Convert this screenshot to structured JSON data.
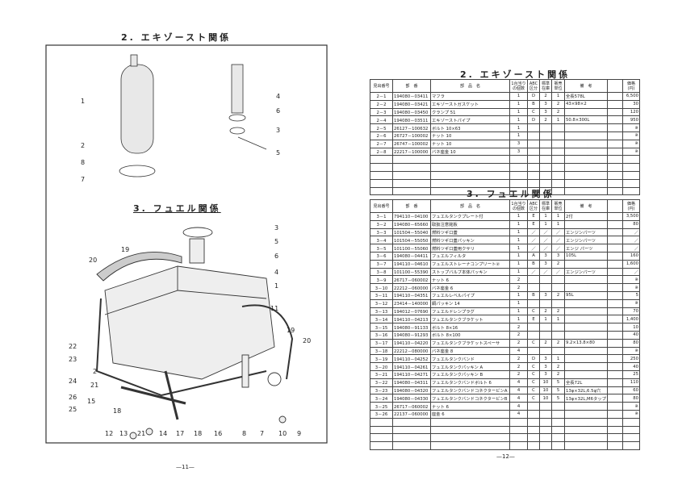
{
  "left_page": {
    "exhaust_title": "2. エキゾースト関係",
    "fuel_title": "3. フュエル関係",
    "page_number": "—11—",
    "exhaust_callouts": [
      "1",
      "2",
      "8",
      "7",
      "4",
      "6",
      "3",
      "5"
    ],
    "fuel_callouts": [
      "3",
      "5",
      "6",
      "4",
      "1",
      "20",
      "19",
      "11",
      "19",
      "20",
      "22",
      "23",
      "2",
      "24",
      "21",
      "26",
      "25",
      "15",
      "18",
      "12",
      "13",
      "21",
      "14",
      "17",
      "18",
      "16",
      "8",
      "7",
      "10",
      "9"
    ]
  },
  "right_page": {
    "page_number": "—12—",
    "headers": [
      "見出番号",
      "部　番",
      "部　品　名",
      "1台当りの個数",
      "ABC区分",
      "標準在庫",
      "販売単位",
      "備　考",
      "",
      "価格(円)"
    ],
    "exhaust": {
      "title": "2. エキゾースト関係",
      "rows": [
        [
          "2－1",
          "194080－03411",
          "マフラ",
          "1",
          "D",
          "2",
          "1",
          "全長578L",
          "",
          "6,500"
        ],
        [
          "2－2",
          "194080－03421",
          "エキゾーストガスケット",
          "1",
          "B",
          "3",
          "2",
          "43×98×2",
          "",
          "30"
        ],
        [
          "2－3",
          "194080－03450",
          "クランプ 51",
          "1",
          "C",
          "3",
          "2",
          "",
          "",
          "120"
        ],
        [
          "2－4",
          "194080－03511",
          "エキゾーストパイプ",
          "1",
          "D",
          "2",
          "1",
          "50.8×300L",
          "",
          "950"
        ],
        [
          "2－5",
          "26127－100632",
          "ボルト 10×63",
          "1",
          "",
          "",
          "",
          "",
          "",
          "※"
        ],
        [
          "2－6",
          "26727－100002",
          "ナット 10",
          "1",
          "",
          "",
          "",
          "",
          "",
          "※"
        ],
        [
          "2－7",
          "26747－100002",
          "ナット 10",
          "3",
          "",
          "",
          "",
          "",
          "",
          "※"
        ],
        [
          "2－8",
          "22217－100000",
          "バネ座金 10",
          "3",
          "",
          "",
          "",
          "",
          "",
          "※"
        ]
      ]
    },
    "fuel": {
      "title": "3. フュエル関係",
      "rows": [
        [
          "3－1",
          "794110－04100",
          "フュエルタンクプレート付",
          "1",
          "E",
          "1",
          "1",
          "2付",
          "",
          "3,500"
        ],
        [
          "3－2",
          "194080－65660",
          "取扱注意銘板",
          "1",
          "E",
          "1",
          "1",
          "",
          "",
          "80"
        ],
        [
          "3－3",
          "101504－55040",
          "燃料ツギ口蓋",
          "1",
          "／",
          "／",
          "／",
          "エンジンパーツ",
          "",
          "／"
        ],
        [
          "3－4",
          "101504－55050",
          "燃料ツギ口蓋パッキン",
          "1",
          "／",
          "／",
          "／",
          "エンジンパーツ",
          "",
          "／"
        ],
        [
          "3－5",
          "101100－55060",
          "燃料ツギ口蓋用クサリ",
          "1",
          "／",
          "／",
          "／",
          "エンジ パーツ",
          "",
          "／"
        ],
        [
          "3－6",
          "194080－04411",
          "フュエルフィルタ",
          "1",
          "A",
          "3",
          "3",
          "105L",
          "",
          "160"
        ],
        [
          "3－7",
          "194110－04610",
          "フュエルストレーナコンプリート②",
          "1",
          "B",
          "3",
          "2",
          "",
          "",
          "1,600"
        ],
        [
          "3－8",
          "101100－55390",
          "ストップバルブ本体パッキン",
          "1",
          "／",
          "／",
          "／",
          "エンジンパーツ",
          "",
          "／"
        ],
        [
          "3－9",
          "26717－060002",
          "ナット 6",
          "2",
          "",
          "",
          "",
          "",
          "",
          "※"
        ],
        [
          "3－10",
          "22212－060000",
          "バネ座金 6",
          "2",
          "",
          "",
          "",
          "",
          "",
          "※"
        ],
        [
          "3－11",
          "194110－04351",
          "フュエルレベルパイプ",
          "1",
          "B",
          "3",
          "2",
          "95L",
          "",
          "5"
        ],
        [
          "3－12",
          "23414－140000",
          "銅パッキン 14",
          "1",
          "",
          "",
          "",
          "",
          "",
          "※"
        ],
        [
          "3－13",
          "194012－07690",
          "フュエルドレンプラグ",
          "1",
          "C",
          "2",
          "2",
          "",
          "",
          "70"
        ],
        [
          "3－14",
          "194110－04213",
          "フュエルタンクブラケット",
          "1",
          "E",
          "1",
          "1",
          "",
          "",
          "1,400"
        ],
        [
          "3－15",
          "194080－91133",
          "ボルト 8×16",
          "2",
          "",
          "",
          "",
          "",
          "",
          "10"
        ],
        [
          "3－16",
          "194080－91293",
          "ボルト 8×100",
          "2",
          "",
          "",
          "",
          "",
          "",
          "40"
        ],
        [
          "3－17",
          "194110－04220",
          "フュエルタンクブラケットスペーサ",
          "2",
          "C",
          "2",
          "2",
          "9.2×13.8×80",
          "",
          "80"
        ],
        [
          "3－18",
          "22212－080000",
          "バネ座金 8",
          "4",
          "",
          "",
          "",
          "",
          "",
          "※"
        ],
        [
          "3－19",
          "194110－04252",
          "フュエルタンクバンド",
          "2",
          "D",
          "3",
          "1",
          "",
          "",
          "250"
        ],
        [
          "3－20",
          "194110－04261",
          "フュエルタンクパッキン A",
          "2",
          "C",
          "3",
          "2",
          "",
          "",
          "40"
        ],
        [
          "3－21",
          "194110－04271",
          "フュエルタンクパッキン B",
          "2",
          "C",
          "3",
          "2",
          "",
          "",
          "25"
        ],
        [
          "3－22",
          "194080－04311",
          "フュエルタンクバンドボルト 6",
          "4",
          "C",
          "10",
          "5",
          "全長72L",
          "",
          "110"
        ],
        [
          "3－23",
          "194080－04320",
          "フュエルタンクバンドコネクタービンA",
          "4",
          "C",
          "10",
          "5",
          "13φ×32L,6.5φ穴",
          "",
          "60"
        ],
        [
          "3－24",
          "194080－04330",
          "フュエルタンクバンドコネクタービンB",
          "4",
          "C",
          "10",
          "5",
          "13φ×32L,M6タップ",
          "",
          "80"
        ],
        [
          "3－25",
          "26717－060002",
          "ナット 6",
          "4",
          "",
          "",
          "",
          "",
          "",
          "※"
        ],
        [
          "3－26",
          "22137－060000",
          "座金 6",
          "4",
          "",
          "",
          "",
          "",
          "",
          "※"
        ]
      ]
    }
  }
}
